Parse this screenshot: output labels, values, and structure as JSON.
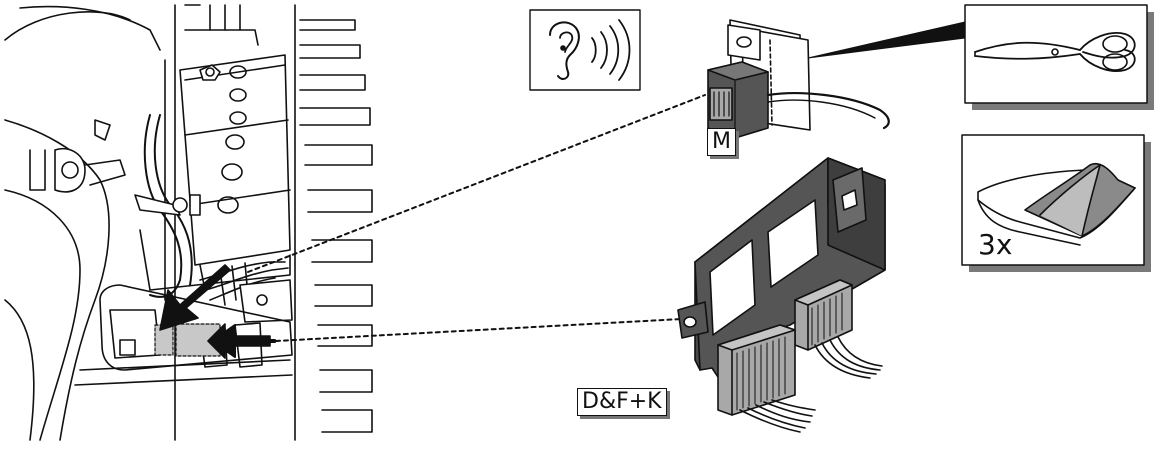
{
  "labels": {
    "module_m": "M",
    "module_dfk": "D&F+K",
    "tape_count": "3x"
  },
  "icons": {
    "hearing": "ear-sound-icon",
    "cutting": "scissors-icon",
    "tape": "adhesive-pad-icon"
  },
  "colors": {
    "line": "#111111",
    "module_fill": "#555555",
    "module_dark": "#3e3e3e",
    "connector_fill": "#a8a8a8",
    "shadow": "#7a7a7a",
    "placement_fill": "#c8c8c8"
  }
}
